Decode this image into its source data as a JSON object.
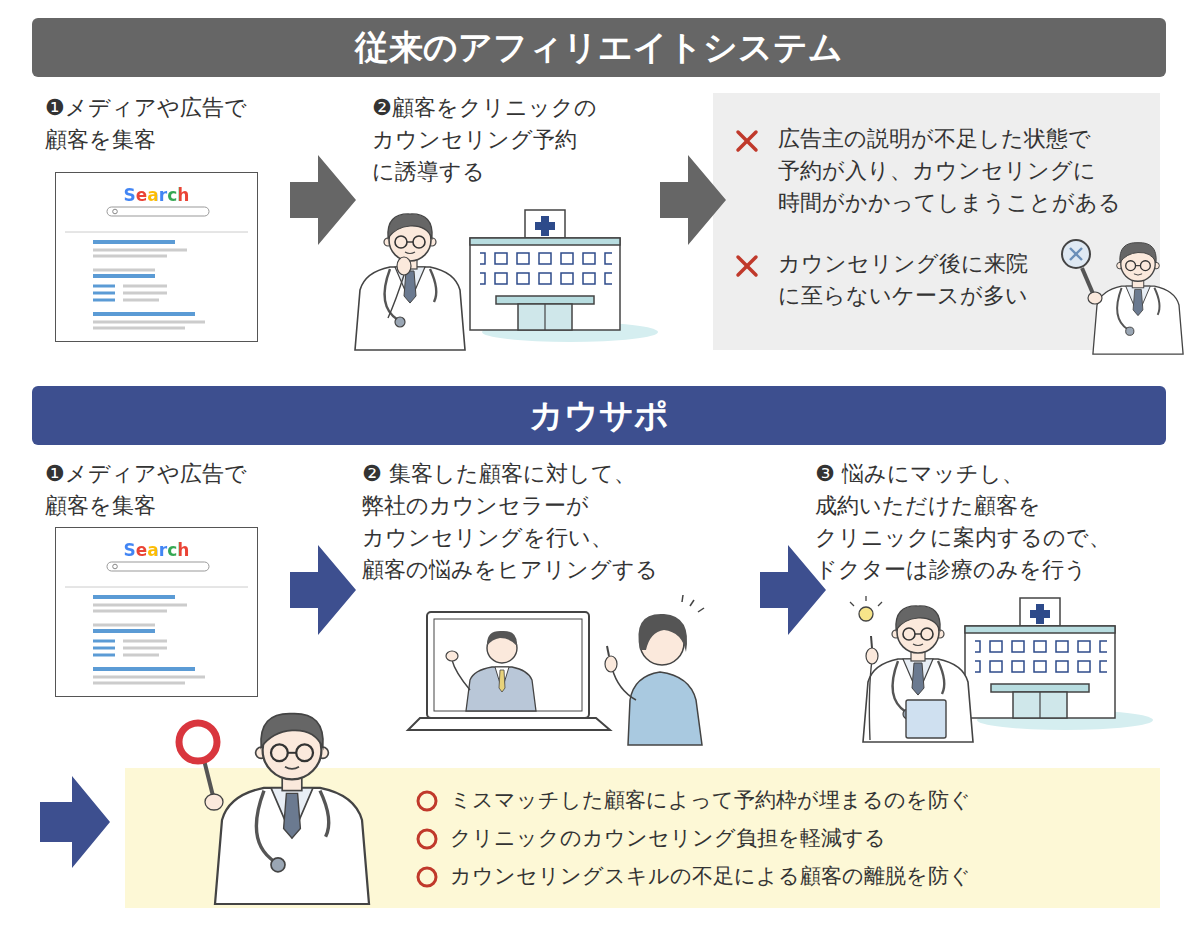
{
  "diagram": {
    "nodes": [
      {
        "text": [
          "従来のアフィリエイトシステム"
        ]
      },
      {
        "text": [
          "Search"
        ]
      },
      {
        "text": [
          "広告主の説明が不足した状態で 予約が入り、カウンセリングに 時間がかかってしまうことがある",
          "カウンセリング後に来院 に至らないケースが多い"
        ]
      },
      {
        "text": [
          "カウサポ"
        ]
      },
      {
        "text": [
          "Search"
        ]
      },
      {
        "text": [
          "ミスマッチした顧客によって予約枠が埋まるのを防ぐ",
          "クリニックのカウンセリング負担を軽減する",
          "カウンセリングスキルの不足による顧客の離脱を防ぐ"
        ]
      }
    ],
    "labels": [
      "❶メディアや広告で 顧客を集客",
      "❷顧客をクリニックの カウンセリング予約 に誘導する",
      "❶メディアや広告で 顧客を集客",
      "❷ 集客した顧客に対して、 弊社のカウンセラーが カウンセリングを行い、 顧客の悩みをヒアリングする",
      "❸ 悩みにマッチし、 成約いただけた顧客を クリニックに案内するので、 ドクターは診療のみを行う"
    ]
  }
}
